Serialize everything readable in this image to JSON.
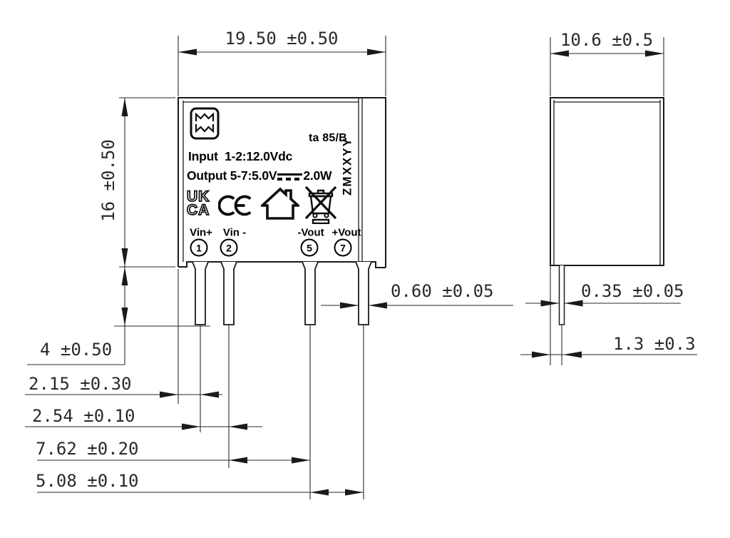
{
  "front_view": {
    "width_dim": "19.50 ±0.50",
    "height_dim": "16 ±0.50",
    "pin_length_dim": "4 ±0.50",
    "edge_to_pin1_dim": "2.15 ±0.30",
    "pitch_pin1_pin2_dim": "2.54 ±0.10",
    "pitch_pin2_pin5_dim": "7.62 ±0.20",
    "pitch_pin5_pin7_dim": "5.08 ±0.10",
    "pin_width_dim": "0.60 ±0.05",
    "label": {
      "model": "ta 85/B",
      "input": "Input  1-2:12.0Vdc",
      "output_prefix": "Output 5-7:5.0V",
      "output_power": "2.0W",
      "serial_code": "ZMXXYY",
      "ukca_line1": "UK",
      "ukca_line2": "CA",
      "pins": [
        {
          "name": "Vin+",
          "number": "1"
        },
        {
          "name": "Vin -",
          "number": "2"
        },
        {
          "name": "-Vout",
          "number": "5"
        },
        {
          "name": "+Vout",
          "number": "7"
        }
      ]
    }
  },
  "side_view": {
    "depth_dim": "10.6 ±0.5",
    "pin_thickness_dim": "0.35 ±0.05",
    "edge_to_pin_dim": "1.3 ±0.3"
  },
  "icons": {
    "logo": "meanwell-logo",
    "ce": "ce-mark",
    "house": "indoor-use-only",
    "weee": "weee-crossed-out-bin",
    "dc": "dc-voltage-symbol"
  },
  "colors": {
    "line": "#1a1a1a",
    "dim_line": "#2a2a2a",
    "background": "#ffffff"
  }
}
